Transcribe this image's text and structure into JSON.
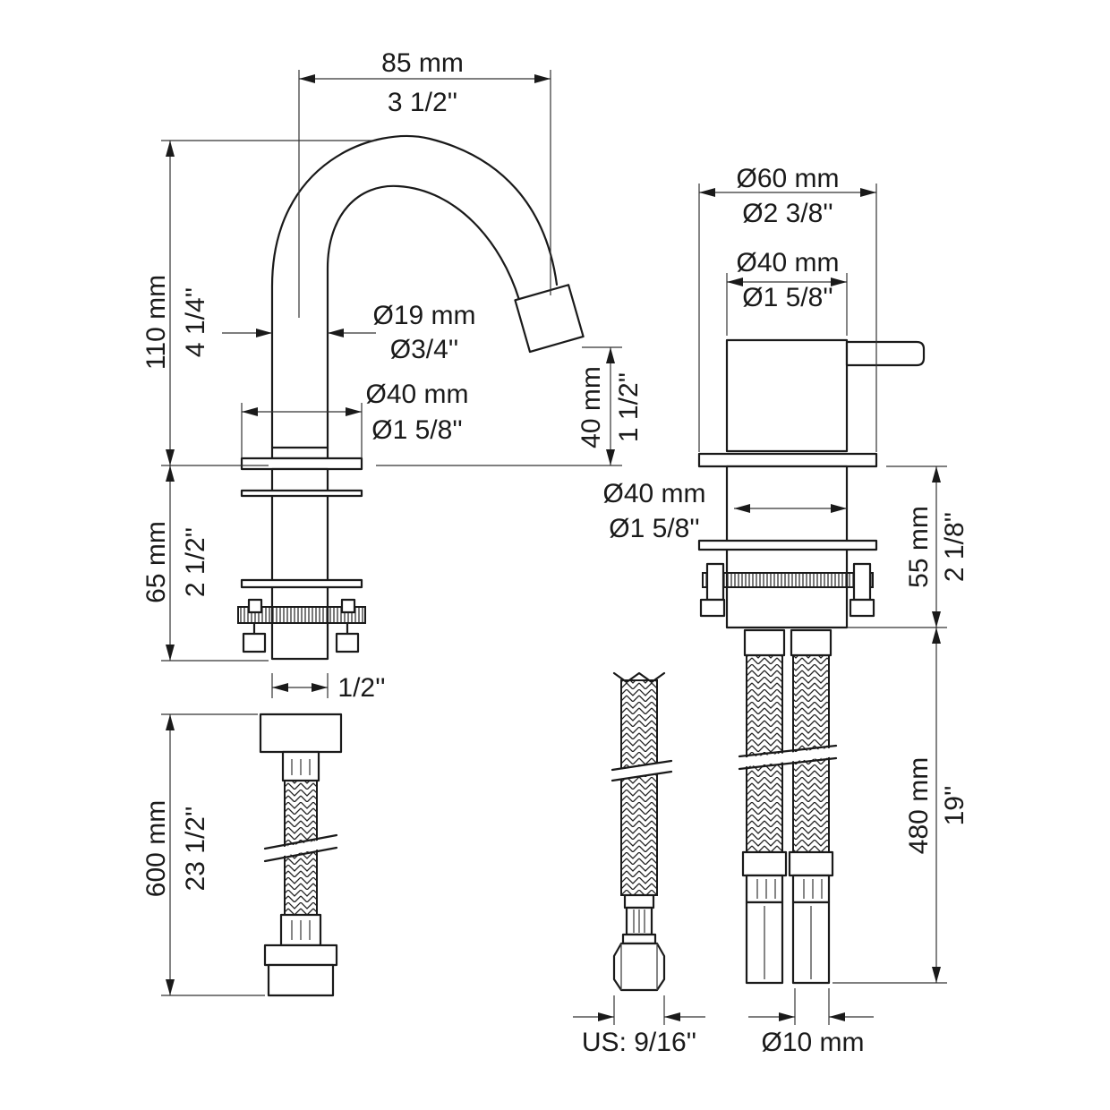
{
  "dimensions": {
    "spout_reach_mm": "85 mm",
    "spout_reach_in": "3 1/2''",
    "spout_height_mm": "110 mm",
    "spout_height_in": "4 1/4''",
    "spout_tube_dia_mm": "Ø19 mm",
    "spout_tube_dia_in": "Ø3/4''",
    "spout_base_dia_mm": "Ø40 mm",
    "spout_base_dia_in": "Ø1 5/8''",
    "spout_outlet_mm": "40 mm",
    "spout_outlet_in": "1 1/2''",
    "spout_shank_mm": "65 mm",
    "spout_shank_in": "2 1/2''",
    "spout_thread": "1/2''",
    "hose_length_mm": "600 mm",
    "hose_length_in": "23 1/2''",
    "handle_dia_mm": "Ø60 mm",
    "handle_dia_in": "Ø2 3/8''",
    "handle_body_dia_mm": "Ø40 mm",
    "handle_body_dia_in": "Ø1 5/8''",
    "handle_shank_dia_mm": "Ø40 mm",
    "handle_shank_dia_in": "Ø1 5/8''",
    "handle_shank_mm": "55 mm",
    "handle_shank_in": "2 1/8''",
    "handle_hose_length_mm": "480 mm",
    "handle_hose_length_in": "19''",
    "nut_size": "US: 9/16''",
    "pipe_dia": "Ø10 mm"
  }
}
